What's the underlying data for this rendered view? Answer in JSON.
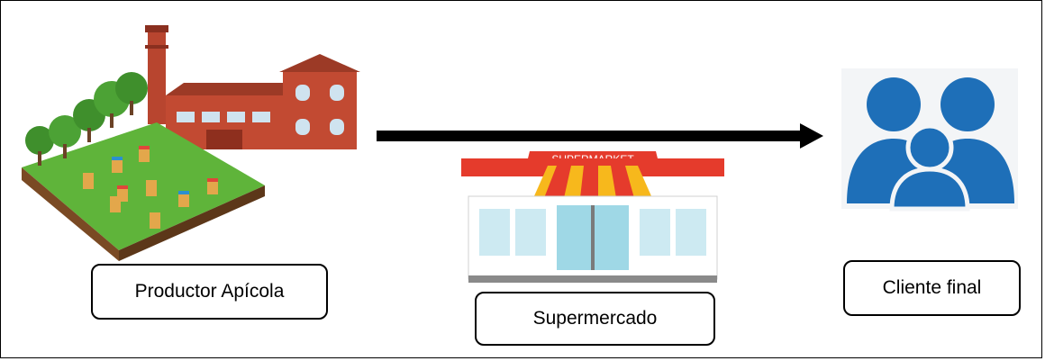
{
  "nodes": {
    "producer": {
      "label": "Productor Apícola",
      "icon": "apiary-factory-icon"
    },
    "supermarket": {
      "label": "Supermercado",
      "icon": "supermarket-icon",
      "sign_text": "SUPERMARKET"
    },
    "client": {
      "label": "Cliente final",
      "icon": "family-users-icon"
    }
  },
  "edges": [
    {
      "from": "producer",
      "to": "client",
      "style": "thick-black-arrow"
    }
  ],
  "colors": {
    "border": "#000000",
    "brick": "#b8452f",
    "grass": "#5fb43a",
    "user_blue": "#1e6fb8",
    "awning_red": "#e53b2c",
    "awning_yellow": "#f7b81c"
  }
}
